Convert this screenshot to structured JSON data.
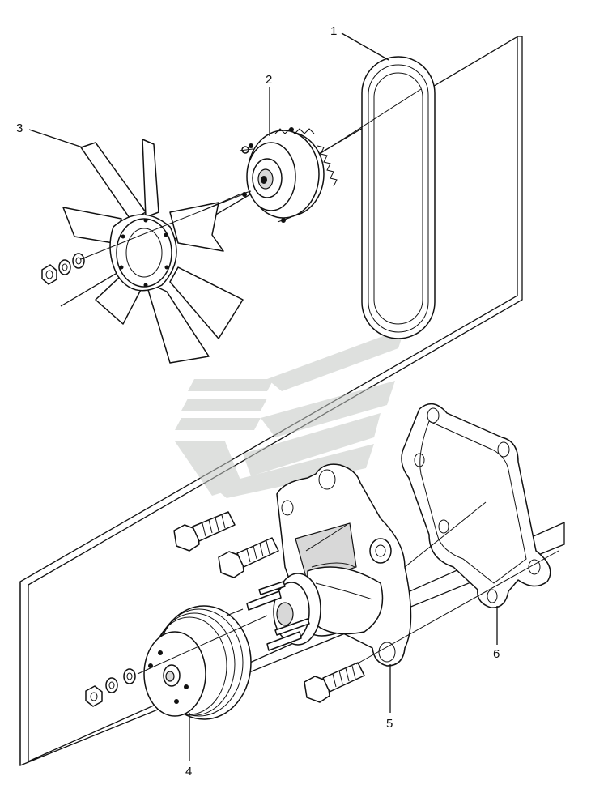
{
  "callouts": [
    {
      "id": "1",
      "label": "1"
    },
    {
      "id": "2",
      "label": "2"
    },
    {
      "id": "3",
      "label": "3"
    },
    {
      "id": "4",
      "label": "4"
    },
    {
      "id": "5",
      "label": "5"
    },
    {
      "id": "6",
      "label": "6"
    }
  ],
  "colors": {
    "ink": "#111111",
    "background": "#ffffff",
    "watermark": "#c4c8c4"
  }
}
